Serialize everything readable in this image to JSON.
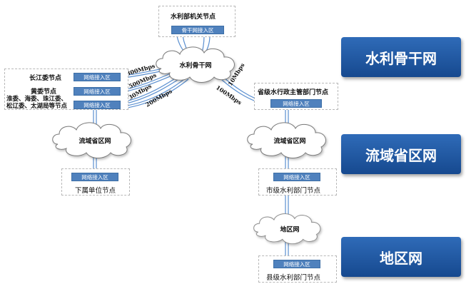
{
  "nodes": {
    "ministry": {
      "title": "水利部机关节点",
      "port": "骨干网接入区"
    },
    "river_commissions": {
      "changjiang": {
        "title": "长江委节点",
        "port": "网络接入区"
      },
      "huangwei": {
        "title": "黄委节点",
        "port": "网络接入区"
      },
      "others": {
        "title_line1": "淮委、海委、珠江委、",
        "title_line2": "松辽委、太湖局等节点",
        "port": "网络接入区"
      }
    },
    "provincial": {
      "title": "省级水行政主管部门节点",
      "port": "网络接入区"
    },
    "subordinate": {
      "title": "下属单位节点",
      "port": "网络接入区"
    },
    "city": {
      "title": "市级水利部门节点",
      "port": "网络接入区"
    },
    "county": {
      "title": "县级水利部门节点",
      "port": "网络接入区"
    }
  },
  "clouds": {
    "backbone": "水利骨干网",
    "basin_left": "流域省区网",
    "basin_right": "流域省区网",
    "district": "地区网"
  },
  "links": {
    "changjiang_rate": "300Mbps",
    "huangwei_rate": "500Mbps",
    "others_rate": "30Mbps",
    "others_rate2": "200Mbps",
    "provincial_rate": "10Mbps",
    "provincial_rate2": "100Mbps"
  },
  "levels": {
    "backbone": "水利骨干网",
    "basin": "流域省区网",
    "district": "地区网"
  },
  "colors": {
    "port_fill": "#4f81bd",
    "link_line": "#5a8fd0",
    "level_button": "#1f5aa6"
  }
}
